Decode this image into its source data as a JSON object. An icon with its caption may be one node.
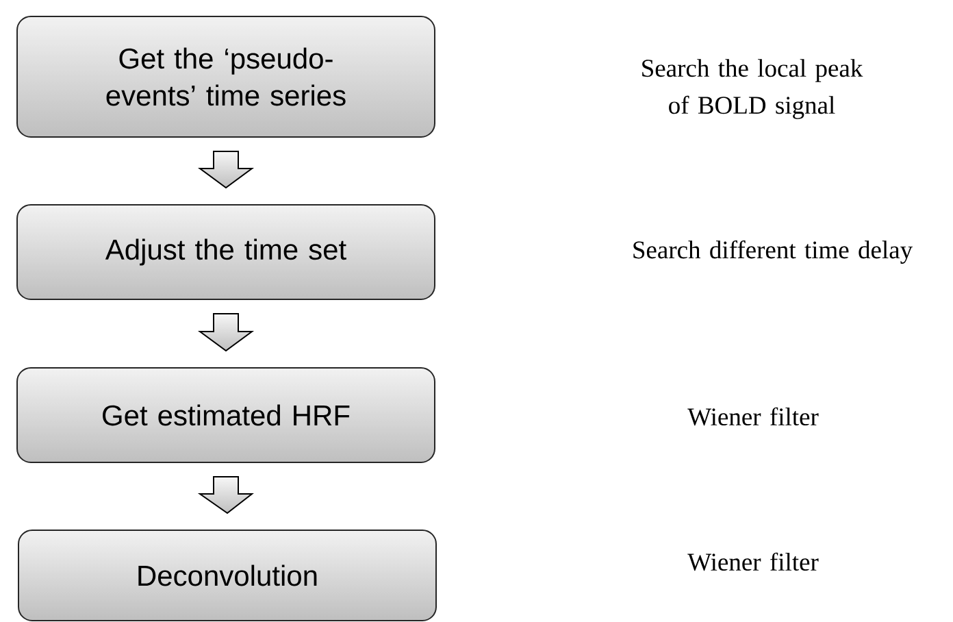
{
  "diagram": {
    "nodes": [
      {
        "text": [
          "Get the ‘pseudo-events’ time series"
        ]
      },
      {
        "text": [
          "Adjust the time set"
        ]
      },
      {
        "text": [
          "Get estimated HRF"
        ]
      },
      {
        "text": [
          "Deconvolution"
        ]
      }
    ],
    "edges": [
      {
        "from": 0,
        "to": 1,
        "arrow": "to"
      },
      {
        "from": 1,
        "to": 2,
        "arrow": "to"
      },
      {
        "from": 2,
        "to": 3,
        "arrow": "to"
      }
    ],
    "labels": [
      "Search the local peak of BOLD signal",
      "Search different time delay",
      "Wiener filter",
      "Wiener filter"
    ]
  }
}
